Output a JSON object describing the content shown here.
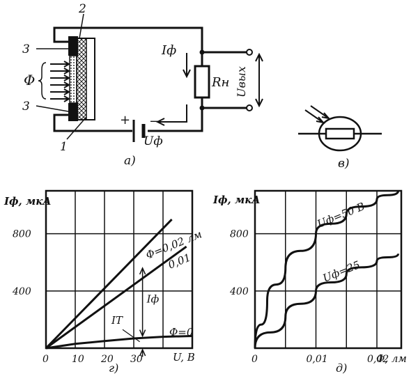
{
  "figure_a": {
    "labels": {
      "num2": "2",
      "num3_top": "3",
      "num3_bottom": "3",
      "num1": "1",
      "phi": "Φ",
      "I_phi": "Iф",
      "R_n": "Rн",
      "U_out": "Uвых",
      "plus": "+",
      "minus": "−",
      "U_phi": "Uф",
      "caption": "а)"
    }
  },
  "figure_v": {
    "caption": "в)"
  },
  "chart_data": [
    {
      "type": "line",
      "caption": "г)",
      "ylabel": "Iф, мкА",
      "xlabel": "U, В",
      "x_ticks": [
        "0",
        "10",
        "20",
        "30"
      ],
      "y_ticks": [
        "400",
        "800"
      ],
      "xlim": [
        0,
        50
      ],
      "ylim": [
        0,
        1100
      ],
      "series": [
        {
          "name": "Φ=0,02 лм",
          "x": [
            0,
            43
          ],
          "y": [
            0,
            900
          ]
        },
        {
          "name": "0,01",
          "x": [
            0,
            48
          ],
          "y": [
            0,
            710
          ]
        },
        {
          "name": "Φ=0",
          "x": [
            0,
            10,
            20,
            30,
            40,
            50
          ],
          "y": [
            0,
            30,
            50,
            68,
            80,
            85
          ]
        }
      ],
      "annotations": {
        "I_phi": "Iф",
        "I_T": "IТ"
      }
    },
    {
      "type": "line",
      "caption": "д)",
      "ylabel": "Iф, мкА",
      "xlabel": "Φ, лм",
      "x_ticks": [
        "0",
        "0,01",
        "0,02"
      ],
      "y_ticks": [
        "400",
        "800"
      ],
      "xlim": [
        0,
        0.024
      ],
      "ylim": [
        0,
        1100
      ],
      "series": [
        {
          "name": "Uф=50 В",
          "x": [
            0,
            0.002,
            0.005,
            0.01,
            0.015,
            0.02,
            0.0235
          ],
          "y": [
            0,
            330,
            560,
            800,
            940,
            1040,
            1100
          ]
        },
        {
          "name": "Uф=25",
          "x": [
            0,
            0.005,
            0.01,
            0.015,
            0.02,
            0.0235
          ],
          "y": [
            0,
            220,
            400,
            520,
            610,
            660
          ]
        }
      ]
    }
  ]
}
